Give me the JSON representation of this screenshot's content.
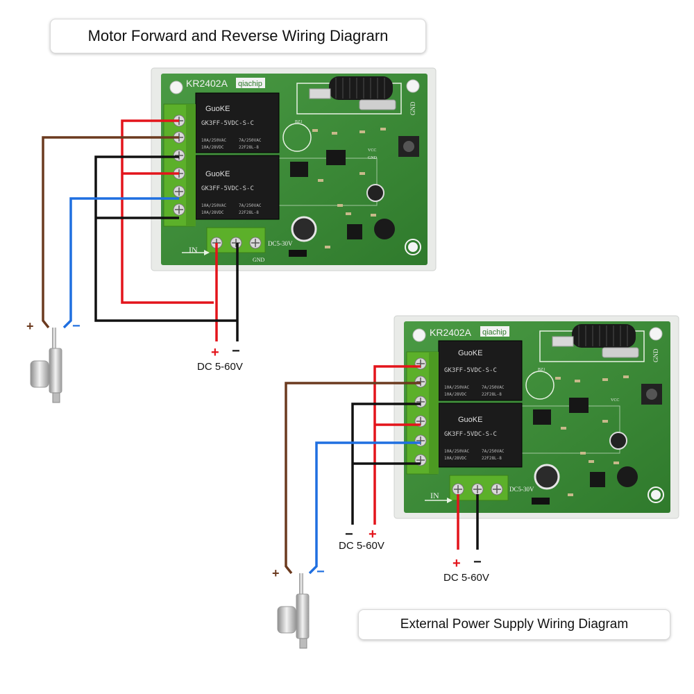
{
  "captions": {
    "top": "Motor Forward and Reverse Wiring Diagrarn",
    "bottom": "External Power Supply Wiring Diagram"
  },
  "board": {
    "model": "KR2402A",
    "brand": "qiachip",
    "relay_brand": "GuoKE",
    "relay_part": "GK3FF-5VDC-S-C",
    "relay_rating_1": "10A/250VAC",
    "relay_rating_2": "7A/250VAC",
    "relay_rating_3": "10A/28VDC",
    "relay_rating_4": "22F28L-8",
    "input_label": "IN",
    "dc_range": "DC5-30V",
    "gnd_label": "GND",
    "pin_label": "VCC",
    "bz_label": "BZ1"
  },
  "labels": {
    "plus": "+",
    "minus": "−",
    "dc_supply": "DC 5-60V"
  },
  "colors": {
    "pcb": "#3f8f3a",
    "terminal": "#5cb02a",
    "wire_red": "#e3141b",
    "wire_black": "#111111",
    "wire_brown": "#6b3a1f",
    "wire_blue": "#1f6fe0",
    "relay": "#1b1b1b"
  }
}
